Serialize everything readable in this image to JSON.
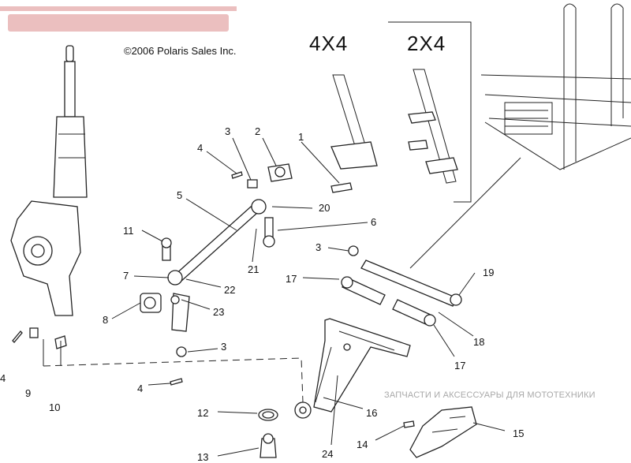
{
  "copyright": "©2006 Polaris Sales Inc.",
  "variants": {
    "left": "4X4",
    "right": "2X4"
  },
  "watermark": {
    "subtitle": "ЗАПЧАСТИ И АКСЕССУАРЫ ДЛЯ МОТОТЕХНИКИ",
    "logo_color": "#e8b4b4"
  },
  "callouts": [
    {
      "id": "c1",
      "label": "1"
    },
    {
      "id": "c2",
      "label": "2"
    },
    {
      "id": "c3a",
      "label": "3"
    },
    {
      "id": "c4a",
      "label": "4"
    },
    {
      "id": "c5",
      "label": "5"
    },
    {
      "id": "c20",
      "label": "20"
    },
    {
      "id": "c6",
      "label": "6"
    },
    {
      "id": "c11",
      "label": "11"
    },
    {
      "id": "c21",
      "label": "21"
    },
    {
      "id": "c3b",
      "label": "3"
    },
    {
      "id": "c19",
      "label": "19"
    },
    {
      "id": "c7",
      "label": "7"
    },
    {
      "id": "c22",
      "label": "22"
    },
    {
      "id": "c17a",
      "label": "17"
    },
    {
      "id": "c8",
      "label": "8"
    },
    {
      "id": "c23",
      "label": "23"
    },
    {
      "id": "c18",
      "label": "18"
    },
    {
      "id": "c3c",
      "label": "3"
    },
    {
      "id": "c17b",
      "label": "17"
    },
    {
      "id": "c4b",
      "label": "4"
    },
    {
      "id": "c9",
      "label": "9"
    },
    {
      "id": "c10",
      "label": "10"
    },
    {
      "id": "c4c",
      "label": "4"
    },
    {
      "id": "c16",
      "label": "16"
    },
    {
      "id": "c12",
      "label": "12"
    },
    {
      "id": "c15",
      "label": "15"
    },
    {
      "id": "c14",
      "label": "14"
    },
    {
      "id": "c13",
      "label": "13"
    },
    {
      "id": "c24",
      "label": "24"
    }
  ]
}
